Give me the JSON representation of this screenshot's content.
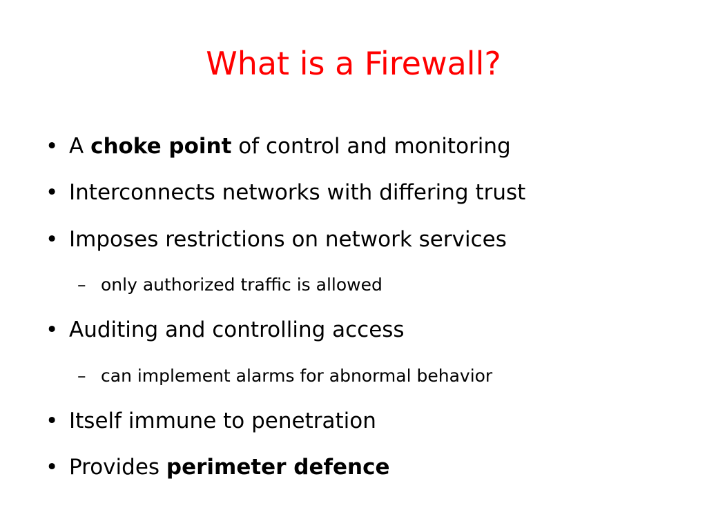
{
  "slide": {
    "title": "What is a Firewall?",
    "title_color": "#ff0000",
    "bullet_marker": "•",
    "sub_marker": "–",
    "items": [
      {
        "pre": "A ",
        "em": "choke point",
        "post": " of control and monitoring"
      },
      {
        "text": "Interconnects networks with differing trust"
      },
      {
        "text": "Imposes restrictions on network services"
      },
      {
        "text": "only authorized traffic is allowed"
      },
      {
        "text": "Auditing and controlling access"
      },
      {
        "text": "can implement alarms for abnormal behavior"
      },
      {
        "text": "Itself immune to penetration"
      },
      {
        "pre": "Provides ",
        "em": "perimeter defence"
      }
    ]
  }
}
